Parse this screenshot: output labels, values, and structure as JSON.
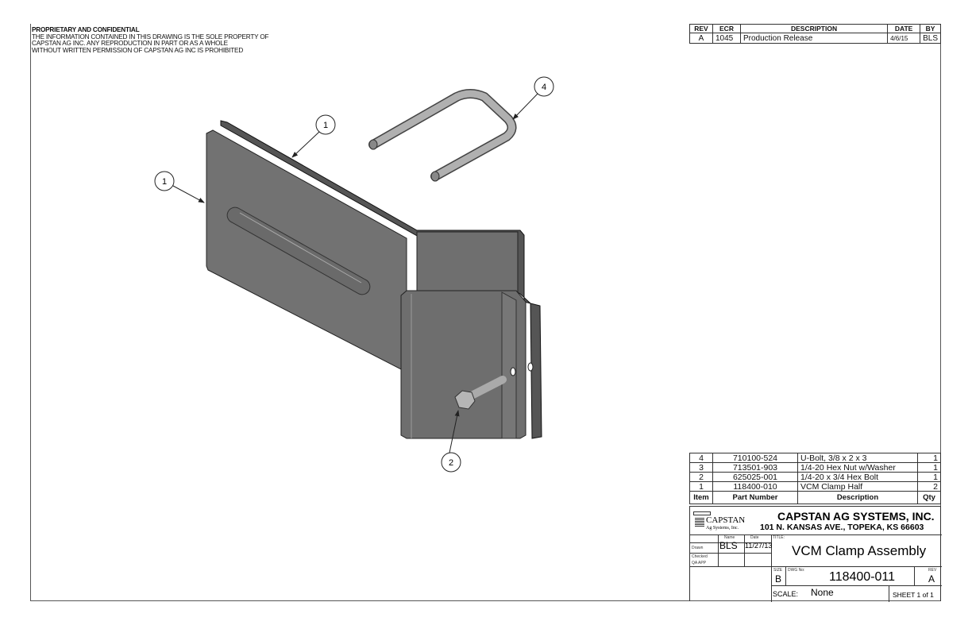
{
  "notice": {
    "title": "PROPRIETARY AND CONFIDENTIAL",
    "lines": [
      "THE INFORMATION CONTAINED IN THIS DRAWING IS THE SOLE PROPERTY OF",
      "CAPSTAN AG INC. ANY REPRODUCTION IN PART OR AS A WHOLE",
      "WITHOUT WRITTEN PERMISSION OF CAPSTAN AG INC IS PROHIBITED"
    ]
  },
  "revisions": {
    "headers": [
      "REV",
      "ECR",
      "DESCRIPTION",
      "DATE",
      "BY"
    ],
    "rows": [
      {
        "rev": "A",
        "ecr": "1045",
        "description": "Production Release",
        "date": "4/6/15",
        "by": "BLS"
      }
    ]
  },
  "balloons": [
    "1",
    "1",
    "4",
    "2"
  ],
  "bom": {
    "headers": [
      "Item",
      "Part Number",
      "Description",
      "Qty"
    ],
    "rows": [
      {
        "item": "4",
        "part": "710100-524",
        "desc": "U-Bolt, 3/8 x 2 x 3",
        "qty": "1"
      },
      {
        "item": "3",
        "part": "713501-903",
        "desc": "1/4-20 Hex Nut w/Washer",
        "qty": "1"
      },
      {
        "item": "2",
        "part": "625025-001",
        "desc": "1/4-20 x 3/4 Hex Bolt",
        "qty": "1"
      },
      {
        "item": "1",
        "part": "118400-010",
        "desc": "VCM Clamp Half",
        "qty": "2"
      }
    ]
  },
  "titleblock": {
    "logo_name": "CAPSTAN",
    "logo_sub": "Ag Systems, Inc.",
    "company": "CAPSTAN AG SYSTEMS, INC.",
    "address": "101 N. KANSAS AVE., TOPEKA, KS 66603",
    "name_label": "Name",
    "date_label": "Date",
    "drawn_label": "Drawn",
    "checked_label": "Checked",
    "qa_label": "QA APP",
    "drawn_name": "BLS",
    "drawn_date": "11/27/13",
    "title_label": "TITLE:",
    "title": "VCM Clamp Assembly",
    "size_label": "SIZE",
    "size": "B",
    "dwg_label": "DWG No:",
    "dwg_no": "118400-011",
    "rev_label": "REV",
    "rev": "A",
    "scale_label": "SCALE:",
    "scale": "None",
    "sheet": "SHEET 1 of 1"
  }
}
